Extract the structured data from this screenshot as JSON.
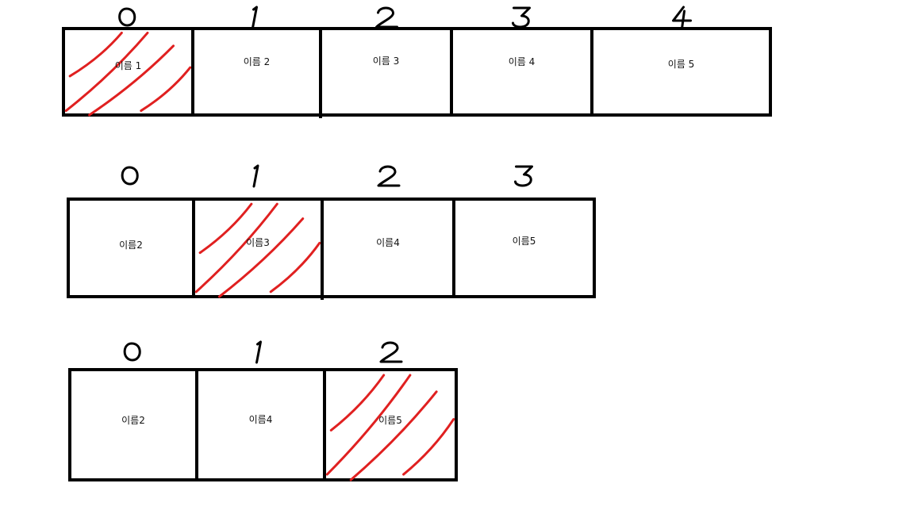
{
  "colors": {
    "ink": "#000000",
    "highlight": "#e02020"
  },
  "rows": [
    {
      "indices": [
        "0",
        "1",
        "2",
        "3",
        "4"
      ],
      "cells": [
        "이름 1",
        "이름 2",
        "이름 3",
        "이름 4",
        "이름 5"
      ],
      "highlighted_index": 0
    },
    {
      "indices": [
        "0",
        "1",
        "2",
        "3"
      ],
      "cells": [
        "이름2",
        "이름3",
        "이름4",
        "이름5"
      ],
      "highlighted_index": 1
    },
    {
      "indices": [
        "0",
        "1",
        "2"
      ],
      "cells": [
        "이름2",
        "이름4",
        "이름5"
      ],
      "highlighted_index": 2
    }
  ]
}
